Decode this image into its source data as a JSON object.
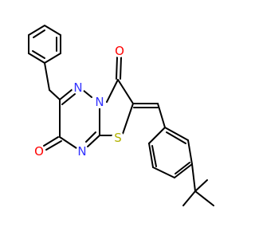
{
  "colors": {
    "bond": "#000000",
    "nitrogen": "#3232ff",
    "oxygen": "#ff0000",
    "sulfur": "#b2b200"
  },
  "atom_labels": {
    "n_upper": "N",
    "n_bridge": "N",
    "n_lower": "N",
    "o_top": "O",
    "o_left": "O",
    "s_ring": "S"
  }
}
